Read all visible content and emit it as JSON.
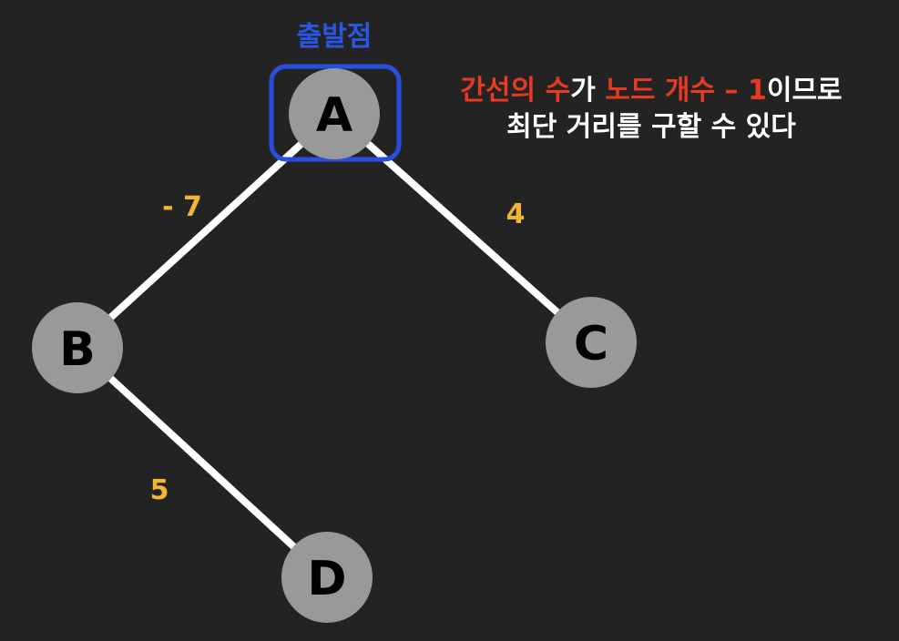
{
  "start_label": "출발점",
  "nodes": {
    "A": "A",
    "B": "B",
    "C": "C",
    "D": "D"
  },
  "edges": {
    "AB": "- 7",
    "AC": "4",
    "BD": "5"
  },
  "note": {
    "line1_part1": "간선의 수",
    "line1_part2": "가 ",
    "line1_part3": "노드 개수 – 1",
    "line1_part4": "이므로",
    "line2": "최단 거리를 구할 수 있다"
  },
  "colors": {
    "background": "#232323",
    "node_fill": "#999999",
    "edge": "#ffffff",
    "weight": "#f2b632",
    "start_highlight": "#2a4fe0",
    "note_highlight": "#e63a22"
  }
}
